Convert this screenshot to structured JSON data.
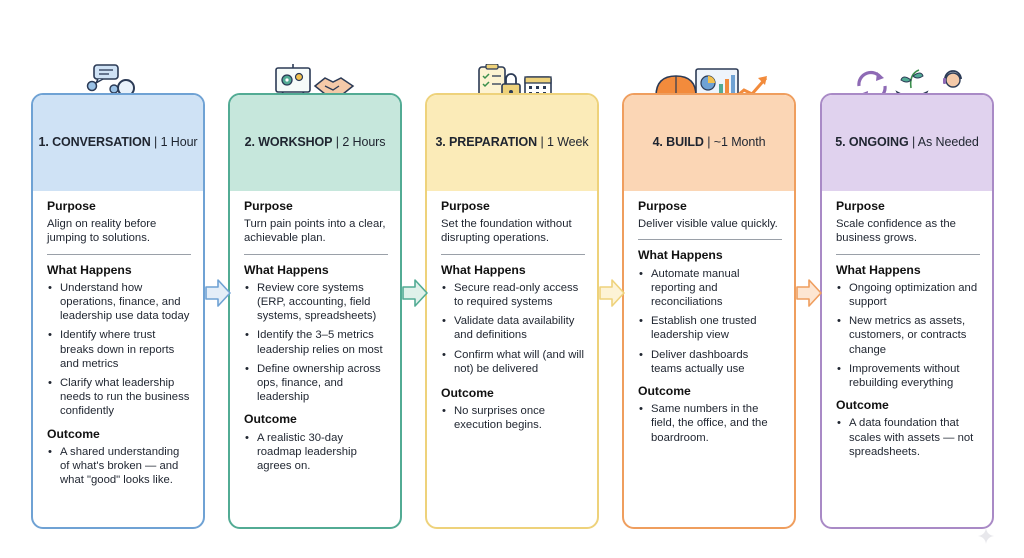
{
  "steps": [
    {
      "name": "1. CONVERSATION",
      "duration": "1 Hour",
      "purpose_title": "Purpose",
      "purpose": "Align on reality before jumping to solutions.",
      "happens_title": "What Happens",
      "happens": [
        "Understand how operations, finance, and leadership use data today",
        "Identify where trust breaks down in reports and metrics",
        "Clarify what leadership needs to run the business confidently"
      ],
      "outcome_title": "Outcome",
      "outcome": [
        "A shared understanding of what's broken — and what \"good\" looks like."
      ],
      "color": "#6fa2d4"
    },
    {
      "name": "2. WORKSHOP",
      "duration": "2 Hours",
      "purpose_title": "Purpose",
      "purpose": "Turn pain points into a clear, achievable plan.",
      "happens_title": "What Happens",
      "happens": [
        "Review core systems (ERP, accounting, field systems, spreadsheets)",
        "Identify the 3–5 metrics leadership relies on most",
        "Define ownership across ops, finance, and leadership"
      ],
      "outcome_title": "Outcome",
      "outcome": [
        "A realistic 30-day roadmap leadership agrees on."
      ],
      "color": "#52ab94"
    },
    {
      "name": "3. PREPARATION",
      "duration": "1 Week",
      "purpose_title": "Purpose",
      "purpose": "Set the foundation without disrupting operations.",
      "happens_title": "What Happens",
      "happens": [
        "Secure read-only access to required systems",
        "Validate data availability and definitions",
        "Confirm what will (and will not) be delivered"
      ],
      "outcome_title": "Outcome",
      "outcome": [
        "No surprises once execution begins."
      ],
      "color": "#eed27b"
    },
    {
      "name": "4. BUILD",
      "duration": "~1 Month",
      "purpose_title": "Purpose",
      "purpose": "Deliver visible value quickly.",
      "happens_title": "What Happens",
      "happens": [
        "Automate manual reporting and reconciliations",
        "Establish one trusted leadership view",
        "Deliver dashboards teams actually use"
      ],
      "outcome_title": "Outcome",
      "outcome": [
        "Same numbers in the field, the office, and the boardroom."
      ],
      "color": "#ef9e5e"
    },
    {
      "name": "5. ONGOING",
      "duration": "As Needed",
      "purpose_title": "Purpose",
      "purpose": "Scale confidence as the business grows.",
      "happens_title": "What Happens",
      "happens": [
        "Ongoing optimization and support",
        "New metrics as assets, customers, or contracts change",
        "Improvements without rebuilding everything"
      ],
      "outcome_title": "Outcome",
      "outcome": [
        "A data foundation that scales with assets — not spreadsheets."
      ],
      "color": "#a98ac6"
    }
  ],
  "icons": [
    "chat-search-icon",
    "presentation-handshake-icon",
    "checklist-lock-calendar-icon",
    "hardhat-dashboard-growth-icon",
    "cycle-plant-support-icon"
  ]
}
